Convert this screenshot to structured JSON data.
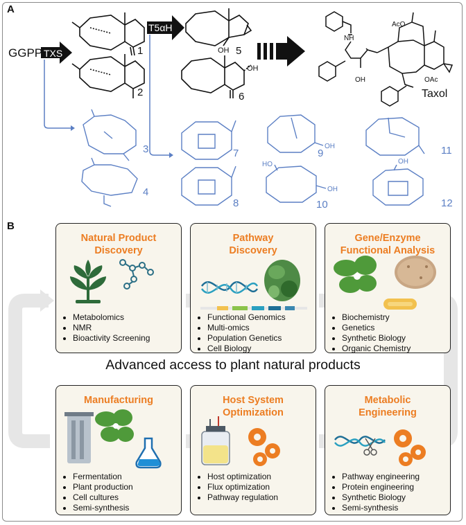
{
  "panel_a": {
    "letter": "A",
    "precursor": "GGPP",
    "enzyme1": "TXS",
    "enzyme2": "T5αH",
    "product": "Taxol",
    "compound_numbers": [
      "1",
      "2",
      "3",
      "4",
      "5",
      "6",
      "7",
      "8",
      "9",
      "10",
      "11",
      "12"
    ],
    "substituents": {
      "oh": "OH",
      "aco": "AcO",
      "oac": "OAc",
      "nh": "NH",
      "ho": "HO"
    }
  },
  "panel_b": {
    "letter": "B",
    "center_text": "Advanced access to plant natural products",
    "cards": [
      {
        "title": [
          "Natural Product",
          "Discovery"
        ],
        "items": [
          "Metabolomics",
          "NMR",
          "Bioactivity Screening"
        ]
      },
      {
        "title": [
          "Pathway",
          "Discovery"
        ],
        "items": [
          "Functional Genomics",
          "Multi-omics",
          "Population Genetics",
          "Cell Biology"
        ]
      },
      {
        "title": [
          "Gene/Enzyme",
          "Functional Analysis"
        ],
        "items": [
          "Biochemistry",
          "Genetics",
          "Synthetic Biology",
          "Organic Chemistry"
        ]
      },
      {
        "title": [
          "Manufacturing"
        ],
        "items": [
          "Fermentation",
          "Plant production",
          "Cell cultures",
          "Semi-synthesis"
        ]
      },
      {
        "title": [
          "Host System",
          "Optimization"
        ],
        "items": [
          "Host optimization",
          "Flux optimization",
          "Pathway regulation"
        ]
      },
      {
        "title": [
          "Metabolic",
          "Engineering"
        ],
        "items": [
          "Pathway engineering",
          "Protein engineering",
          "Synthetic Biology",
          "Semi-synthesis"
        ]
      }
    ]
  },
  "colors": {
    "accent": "#ec7d22",
    "structure_blue": "#5b7fc4",
    "card_bg": "#f8f5ec",
    "cycle_grey": "#e6e6e6",
    "plant_green": "#2e6b3a"
  }
}
